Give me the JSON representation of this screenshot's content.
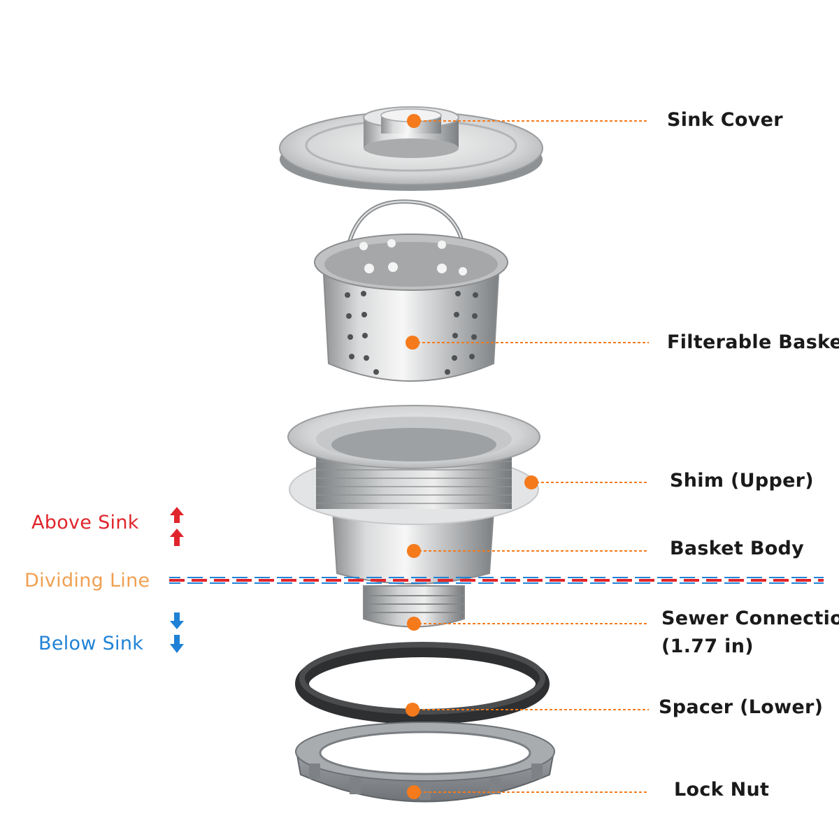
{
  "parts": [
    {
      "id": "sink-cover",
      "label": "Sink Cover"
    },
    {
      "id": "filterable-basket",
      "label": "Filterable Basket"
    },
    {
      "id": "shim-upper",
      "label": "Shim (Upper)"
    },
    {
      "id": "basket-body",
      "label": "Basket Body"
    },
    {
      "id": "sewer-connection",
      "label": "Sewer Connection",
      "label2": "(1.77 in)"
    },
    {
      "id": "spacer-lower",
      "label": "Spacer (Lower)"
    },
    {
      "id": "lock-nut",
      "label": "Lock Nut"
    }
  ],
  "legend": {
    "above": "Above Sink",
    "dividing": "Dividing Line",
    "below": "Below Sink"
  },
  "colors": {
    "above": "#e0242c",
    "dividing": "#f0a052",
    "below": "#1f82d6",
    "callout": "#f47a1c"
  }
}
